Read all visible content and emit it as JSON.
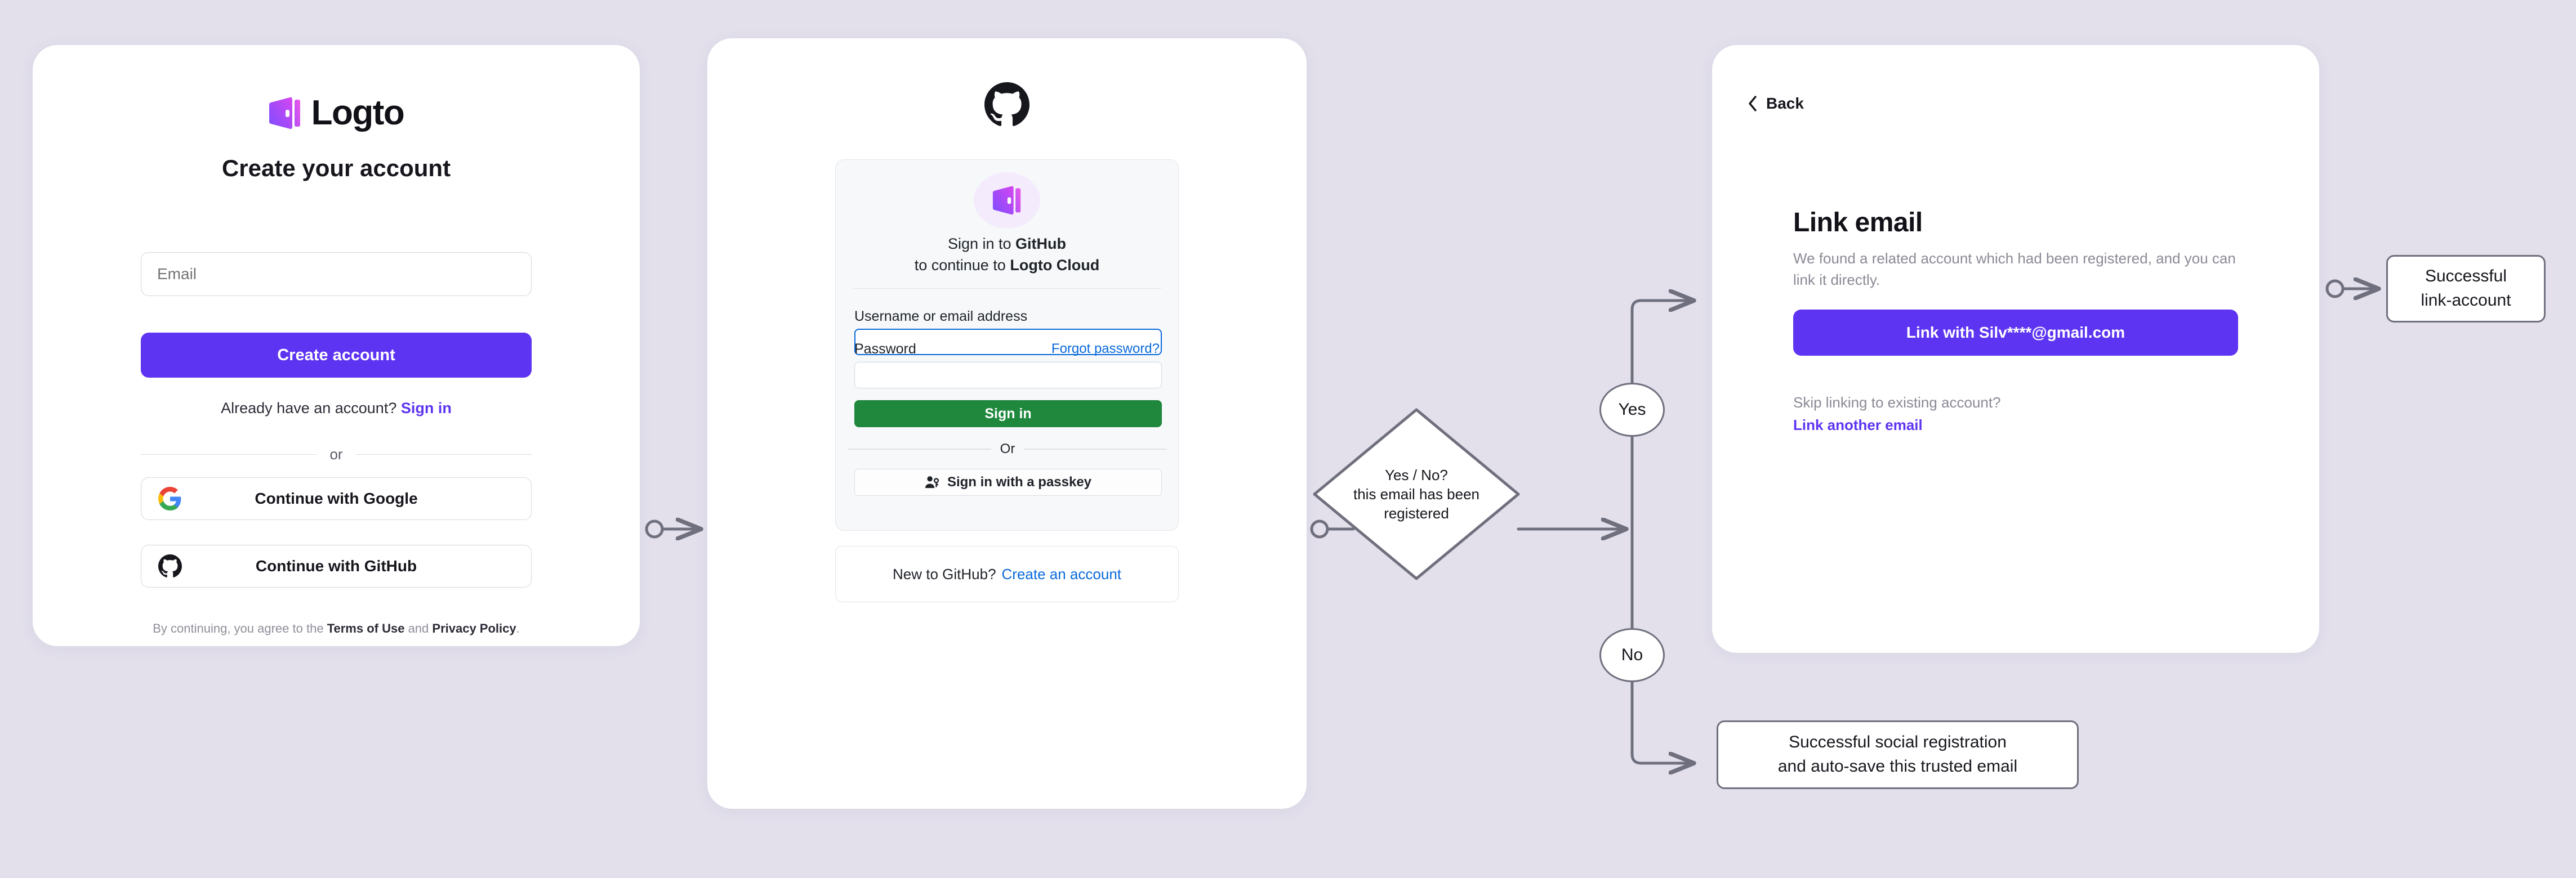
{
  "background_color": "#e3e0ec",
  "accent_purple": "#5d34f2",
  "accent_green": "#1f883d",
  "accent_blue": "#0969da",
  "node_stroke": "#6f6f7e",
  "signup_card": {
    "brand_name": "Logto",
    "title": "Create your account",
    "email_placeholder": "Email",
    "create_button": "Create account",
    "already_prefix": "Already have an account?",
    "already_link": "Sign in",
    "divider": "or",
    "google_button": "Continue with Google",
    "github_button": "Continue with GitHub",
    "legal_prefix": "By continuing, you agree to the",
    "legal_terms": "Terms of Use",
    "legal_and": "and",
    "legal_privacy": "Privacy Policy",
    "legal_suffix": "."
  },
  "github_card": {
    "heading_line1_prefix": "Sign in to",
    "heading_line1_bold": "GitHub",
    "heading_line2_prefix": "to continue to",
    "heading_line2_bold": "Logto Cloud",
    "username_label": "Username or email address",
    "username_value": "",
    "password_label": "Password",
    "password_value": "",
    "forgot_link": "Forgot password?",
    "signin_button": "Sign in",
    "divider": "Or",
    "passkey_button": "Sign in with a passkey",
    "footer_prefix": "New to GitHub?",
    "footer_link": "Create an account"
  },
  "link_card": {
    "back_label": "Back",
    "title": "Link email",
    "description": "We found a related account which had been registered, and you can link it directly.",
    "link_button": "Link with Silv****@gmail.com",
    "skip_text": "Skip linking to existing account?",
    "skip_link": "Link another email"
  },
  "flow": {
    "decision_line1": "Yes / No?",
    "decision_line2": "this email has been",
    "decision_line3": "registered",
    "yes_label": "Yes",
    "no_label": "No",
    "result_link_line1": "Successful",
    "result_link_line2": "link-account",
    "result_social_line1": "Successful social registration",
    "result_social_line2": "and auto-save this trusted email"
  }
}
